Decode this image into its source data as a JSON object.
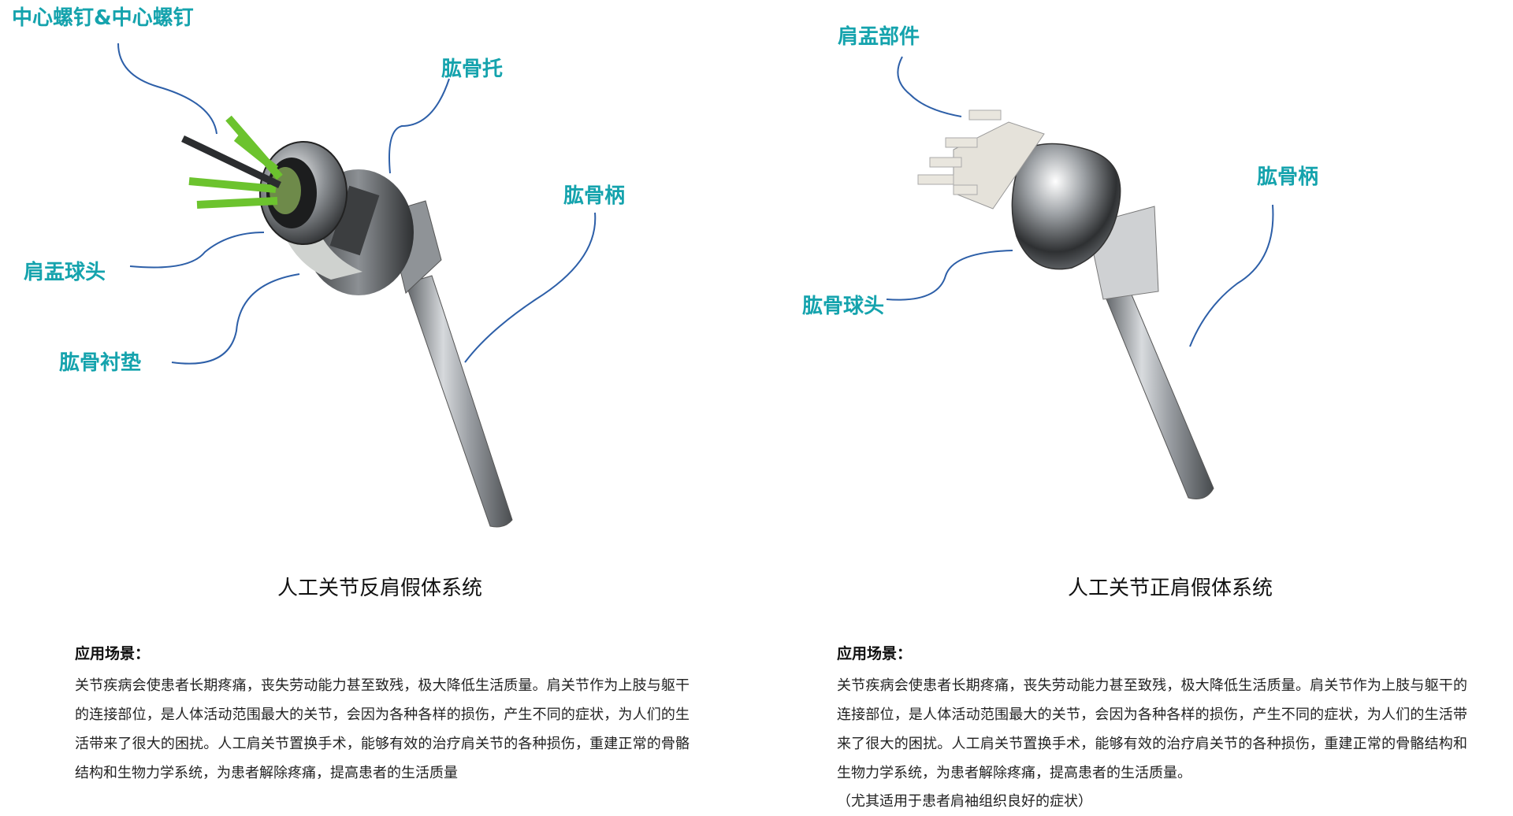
{
  "left": {
    "labels": {
      "screw": "中心螺钉&中心螺钉",
      "tray": "肱骨托",
      "stem": "肱骨柄",
      "glenosphere": "肩盂球头",
      "liner": "肱骨衬垫"
    },
    "title": "人工关节反肩假体系统",
    "section_heading": "应用场景：",
    "paragraph": "关节疾病会使患者长期疼痛，丧失劳动能力甚至致残，极大降低生活质量。肩关节作为上肢与躯干的连接部位，是人体活动范围最大的关节，会因为各种各样的损伤，产生不同的症状，为人们的生活带来了很大的困扰。人工肩关节置换手术，能够有效的治疗肩关节的各种损伤，重建正常的骨骼结构和生物力学系统，为患者解除疼痛，提高患者的生活质量"
  },
  "right": {
    "labels": {
      "glenoid": "肩盂部件",
      "stem": "肱骨柄",
      "head": "肱骨球头"
    },
    "title": "人工关节正肩假体系统",
    "section_heading": "应用场景：",
    "paragraph": "关节疾病会使患者长期疼痛，丧失劳动能力甚至致残，极大降低生活质量。肩关节作为上肢与躯干的连接部位，是人体活动范围最大的关节，会因为各种各样的损伤，产生不同的症状，为人们的生活带来了很大的困扰。人工肩关节置换手术，能够有效的治疗肩关节的各种损伤，重建正常的骨骼结构和生物力学系统，为患者解除疼痛，提高患者的生活质量。",
    "note": "（尤其适用于患者肩袖组织良好的症状）"
  },
  "colors": {
    "callout_text": "#15a3ad",
    "leader_line": "#2d5fa8",
    "screw_green": "#6cc32e",
    "metal": "#9a9ea3"
  }
}
